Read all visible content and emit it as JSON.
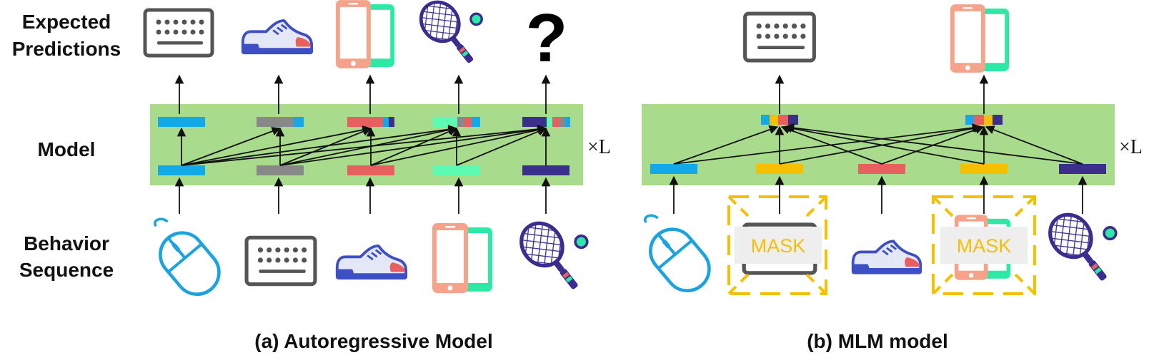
{
  "labels": {
    "expected_line1": "Expected",
    "expected_line2": "Predictions",
    "model": "Model",
    "behavior_line1": "Behavior",
    "behavior_line2": "Sequence",
    "layers": "×L",
    "unknown": "?"
  },
  "captions": {
    "a": "(a) Autoregressive Model",
    "b": "(b) MLM model"
  },
  "mask_label": "MASK",
  "colors": {
    "band": "#a8db8c",
    "mouse": "#1aa3e0",
    "keyboard": "#555555",
    "shoe": "#3d4fc4",
    "phone": "#f7a28a",
    "phone_back": "#2ee8a6",
    "racket": "#3b2c8f",
    "mask_yellow": "#f5c000",
    "token_blue": "#13a9e8",
    "token_gray": "#888888",
    "token_red": "#e85f5f",
    "token_mint": "#5dfab3",
    "token_navy": "#3a2f8a",
    "token_yellow": "#f5c000"
  },
  "icons": {
    "inputs_a": [
      "mouse-icon",
      "keyboard-icon",
      "shoe-icon",
      "phone-icon",
      "racket-icon"
    ],
    "outputs_a": [
      "keyboard-icon",
      "shoe-icon",
      "phone-icon",
      "racket-icon",
      "question-icon"
    ],
    "inputs_b": [
      "mouse-icon",
      "keyboard-icon",
      "shoe-icon",
      "phone-icon",
      "racket-icon"
    ],
    "outputs_b": [
      "keyboard-icon",
      "phone-icon"
    ]
  }
}
